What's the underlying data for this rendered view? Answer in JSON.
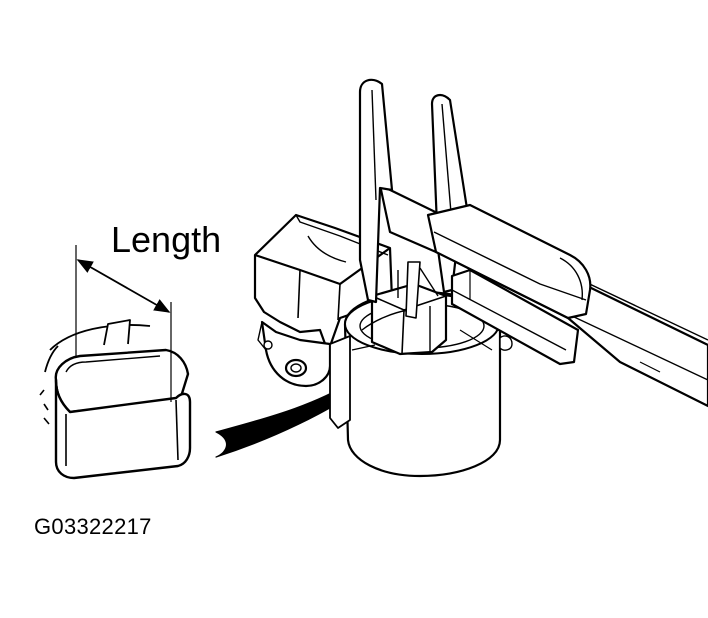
{
  "labels": {
    "length": "Length",
    "figure_code": "G03322217"
  },
  "colors": {
    "ink": "#000000",
    "paper": "#ffffff"
  },
  "icons": {
    "dimension_arrow": "double-headed-arrow",
    "insert_arrow": "curved-arrow"
  }
}
